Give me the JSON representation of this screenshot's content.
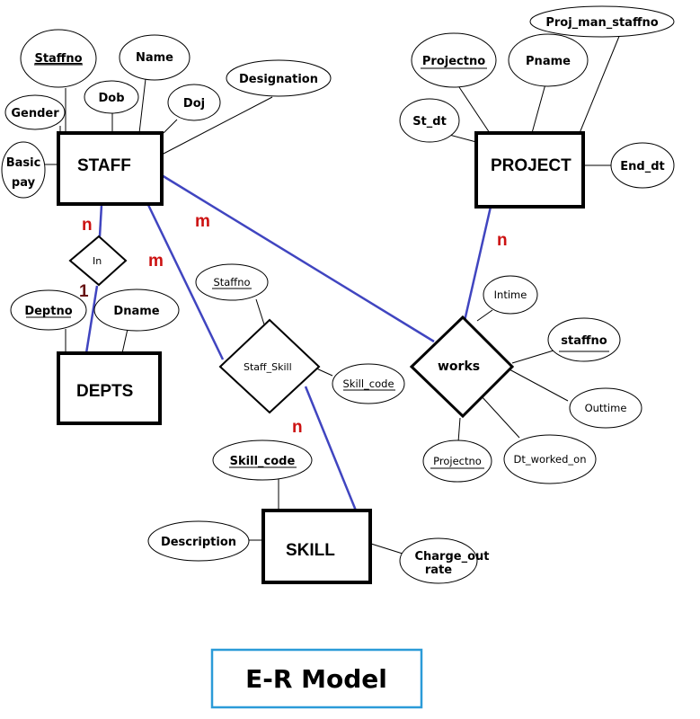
{
  "title": "E-R Model",
  "colors": {
    "relationship_line": "#4045c0",
    "cardinality": "#cc1111",
    "title_border": "#2b9bd8"
  },
  "entities": {
    "staff": "STAFF",
    "project": "PROJECT",
    "depts": "DEPTS",
    "skill": "SKILL"
  },
  "relationships": {
    "in": "In",
    "staff_skill": "Staff_Skill",
    "works": "works"
  },
  "attributes": {
    "staff": {
      "staffno": "Staffno",
      "name": "Name",
      "gender": "Gender",
      "dob": "Dob",
      "doj": "Doj",
      "designation": "Designation",
      "basic_pay_1": "Basic",
      "basic_pay_2": "pay"
    },
    "project": {
      "proj_man_staffno": "Proj_man_staffno",
      "projectno": "Projectno",
      "pname": "Pname",
      "st_dt": "St_dt",
      "end_dt": "End_dt"
    },
    "depts": {
      "deptno": "Deptno",
      "dname": "Dname"
    },
    "skill": {
      "skill_code": "Skill_code",
      "description": "Description",
      "charge_out_rate_1": "Charge_out",
      "charge_out_rate_2": "rate"
    },
    "staff_skill": {
      "staffno": "Staffno",
      "skill_code": "Skill_code"
    },
    "works": {
      "intime": "Intime",
      "staffno": "staffno",
      "outtime": "Outtime",
      "dt_worked_on": "Dt_worked_on",
      "projectno": "Projectno"
    }
  },
  "cardinalities": {
    "staff_in": "n",
    "in_depts": "1",
    "staff_works": "m",
    "staff_staffskill": "m",
    "project_works": "n",
    "staffskill_skill": "n"
  }
}
